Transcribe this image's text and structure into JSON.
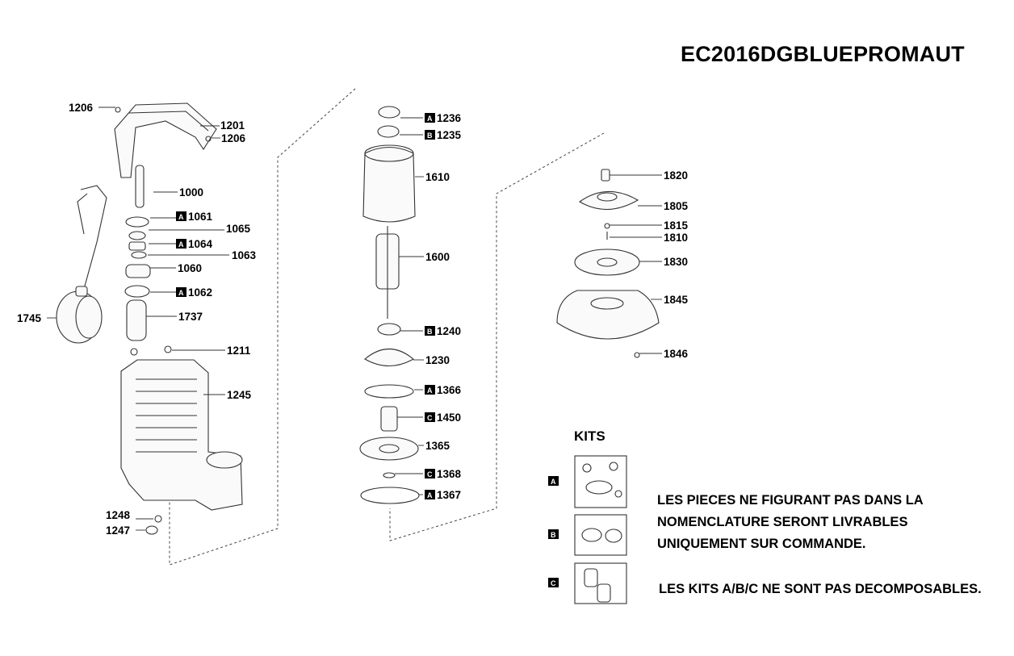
{
  "title": "EC2016DGBLUEPROMAUT",
  "kits_title": "KITS",
  "notes": {
    "line1": "LES PIECES NE FIGURANT PAS DANS LA",
    "line2": "NOMENCLATURE SERONT LIVRABLES",
    "line3": "UNIQUEMENT SUR COMMANDE.",
    "line4": "LES KITS A/B/C NE SONT PAS DECOMPOSABLES."
  },
  "kits": [
    {
      "key": "A",
      "name": "kit-a"
    },
    {
      "key": "B",
      "name": "kit-b"
    },
    {
      "key": "C",
      "name": "kit-c"
    }
  ],
  "parts": [
    {
      "code": "1206",
      "kit": ""
    },
    {
      "code": "1201",
      "kit": ""
    },
    {
      "code": "1206",
      "kit": ""
    },
    {
      "code": "1000",
      "kit": ""
    },
    {
      "code": "1061",
      "kit": "A"
    },
    {
      "code": "1065",
      "kit": ""
    },
    {
      "code": "1064",
      "kit": "A"
    },
    {
      "code": "1063",
      "kit": ""
    },
    {
      "code": "1060",
      "kit": ""
    },
    {
      "code": "1062",
      "kit": "A"
    },
    {
      "code": "1745",
      "kit": ""
    },
    {
      "code": "1737",
      "kit": ""
    },
    {
      "code": "1211",
      "kit": ""
    },
    {
      "code": "1245",
      "kit": ""
    },
    {
      "code": "1248",
      "kit": ""
    },
    {
      "code": "1247",
      "kit": ""
    },
    {
      "code": "1236",
      "kit": "A"
    },
    {
      "code": "1235",
      "kit": "B"
    },
    {
      "code": "1610",
      "kit": ""
    },
    {
      "code": "1600",
      "kit": ""
    },
    {
      "code": "1240",
      "kit": "B"
    },
    {
      "code": "1230",
      "kit": ""
    },
    {
      "code": "1366",
      "kit": "A"
    },
    {
      "code": "1450",
      "kit": "C"
    },
    {
      "code": "1365",
      "kit": ""
    },
    {
      "code": "1368",
      "kit": "C"
    },
    {
      "code": "1367",
      "kit": "A"
    },
    {
      "code": "1820",
      "kit": ""
    },
    {
      "code": "1805",
      "kit": ""
    },
    {
      "code": "1815",
      "kit": ""
    },
    {
      "code": "1810",
      "kit": ""
    },
    {
      "code": "1830",
      "kit": ""
    },
    {
      "code": "1845",
      "kit": ""
    },
    {
      "code": "1846",
      "kit": ""
    }
  ]
}
